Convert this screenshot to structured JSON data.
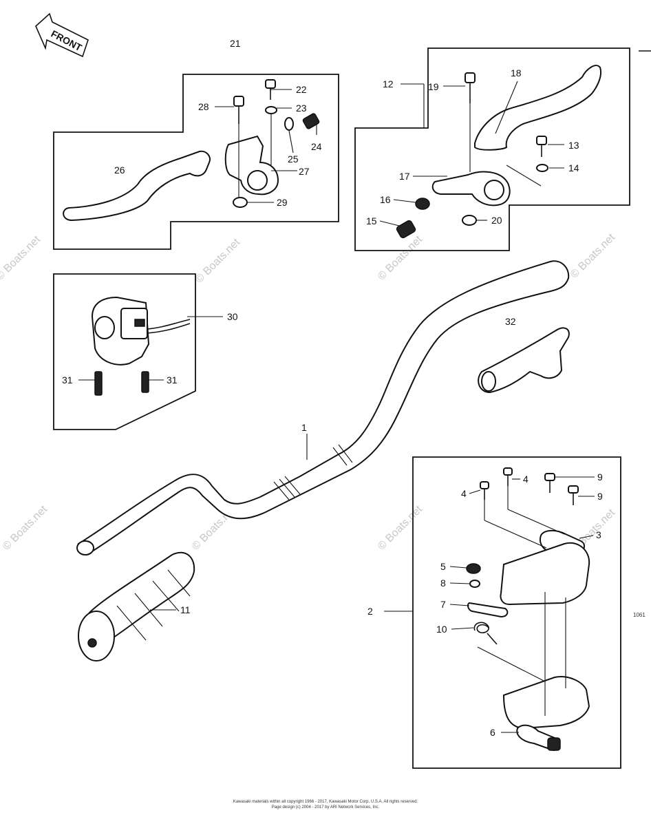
{
  "front_label": "FRONT",
  "watermark": "© Boats.net",
  "figure_code": "1061",
  "footer": {
    "line1": "Kawasaki materials within all copyright 1966 - 2017, Kawasaki Motor Corp, U.S.A.  All rights reserved.",
    "line2": "Page design (c) 2004 - 2017 by ARI Network Services, Inc."
  },
  "callouts": {
    "c1": "1",
    "c2": "2",
    "c3": "3",
    "c4a": "4",
    "c4b": "4",
    "c5": "5",
    "c6": "6",
    "c7": "7",
    "c8": "8",
    "c9a": "9",
    "c9b": "9",
    "c10": "10",
    "c11": "11",
    "c12": "12",
    "c13": "13",
    "c14": "14",
    "c15": "15",
    "c16": "16",
    "c17": "17",
    "c18": "18",
    "c19": "19",
    "c20": "20",
    "c21": "21",
    "c22": "22",
    "c23": "23",
    "c24": "24",
    "c25": "25",
    "c26": "26",
    "c27": "27",
    "c28": "28",
    "c29": "29",
    "c30": "30",
    "c31a": "31",
    "c31b": "31",
    "c32": "32"
  }
}
